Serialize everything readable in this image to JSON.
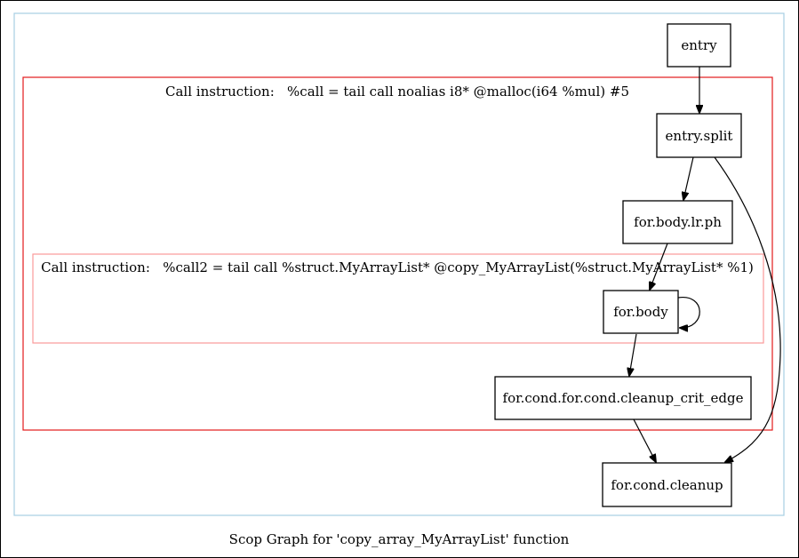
{
  "diagram": {
    "caption": "Scop Graph for 'copy_array_MyArrayList' function",
    "colors": {
      "frame": "#000000",
      "outer_cluster": "#a6cee3",
      "cluster_1": "#e31a1c",
      "cluster_2": "#fb9a99"
    },
    "clusters": {
      "outer": {
        "label": ""
      },
      "call1": {
        "label": "Call instruction:   %call = tail call noalias i8* @malloc(i64 %mul) #5"
      },
      "call2": {
        "label": "Call instruction:   %call2 = tail call %struct.MyArrayList* @copy_MyArrayList(%struct.MyArrayList* %1)"
      }
    },
    "nodes": {
      "entry": "entry",
      "entry_split": "entry.split",
      "for_body_lr_ph": "for.body.lr.ph",
      "for_body": "for.body",
      "crit_edge": "for.cond.for.cond.cleanup_crit_edge",
      "cleanup": "for.cond.cleanup"
    },
    "edges": [
      {
        "from": "entry",
        "to": "entry.split"
      },
      {
        "from": "entry.split",
        "to": "for.body.lr.ph"
      },
      {
        "from": "entry.split",
        "to": "for.cond.cleanup"
      },
      {
        "from": "for.body.lr.ph",
        "to": "for.body"
      },
      {
        "from": "for.body",
        "to": "for.body"
      },
      {
        "from": "for.body",
        "to": "for.cond.for.cond.cleanup_crit_edge"
      },
      {
        "from": "for.cond.for.cond.cleanup_crit_edge",
        "to": "for.cond.cleanup"
      }
    ]
  }
}
